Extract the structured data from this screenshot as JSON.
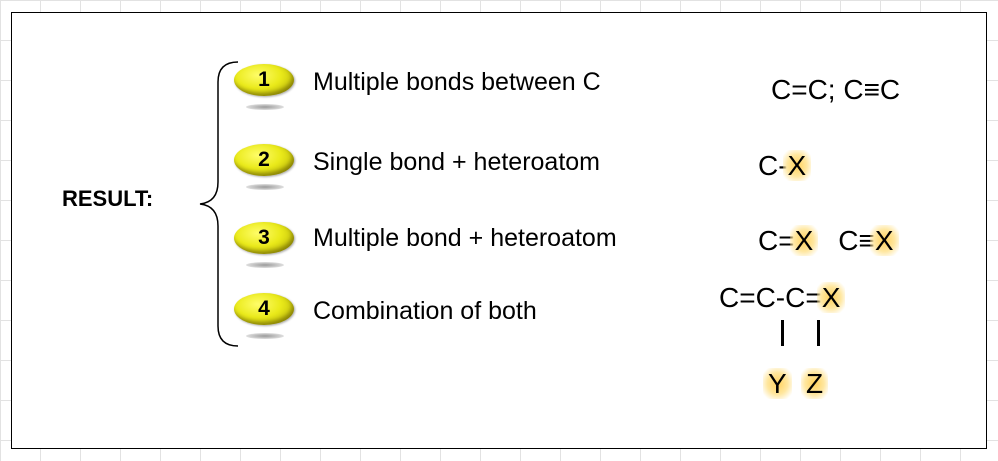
{
  "result_label": "RESULT:",
  "items": [
    {
      "number": "1",
      "text": "Multiple bonds between C"
    },
    {
      "number": "2",
      "text": "Single bond + heteroatom"
    },
    {
      "number": "3",
      "text": "Multiple bond + heteroatom"
    },
    {
      "number": "4",
      "text": "Combination of both"
    }
  ],
  "formulas": {
    "f1": "C=C; C≡C",
    "f2": {
      "c": "C-",
      "x": "X"
    },
    "f3": {
      "c1": "C=",
      "x1": "X",
      "c2": "C≡",
      "x2": "X"
    },
    "f4": {
      "chain": "C=C-C=",
      "x": "X",
      "y": "Y",
      "z": "Z"
    }
  },
  "colors": {
    "badge": "#eaea1a",
    "highlight": "#ffd15c"
  }
}
